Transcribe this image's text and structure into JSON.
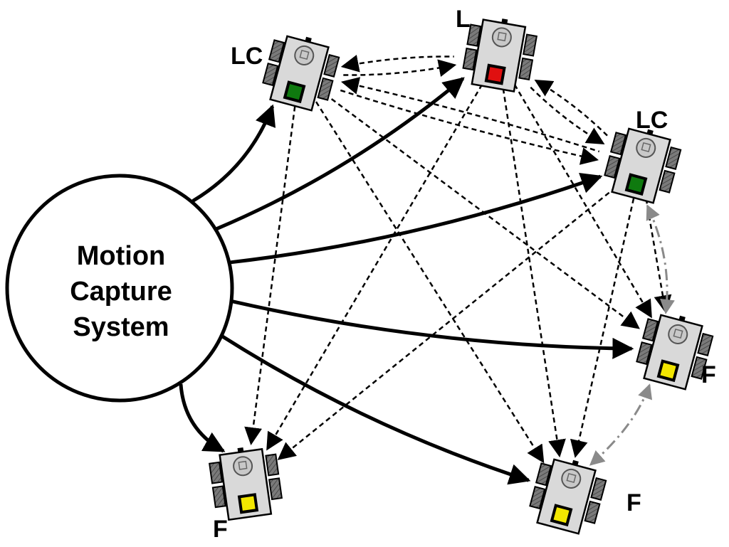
{
  "center": {
    "lines": [
      "Motion",
      "Capture",
      "System"
    ]
  },
  "robots": [
    {
      "id": "lc1",
      "role": "LC",
      "label": "LC",
      "marker_color": "#0f7a0f"
    },
    {
      "id": "l",
      "role": "L",
      "label": "L",
      "marker_color": "#e01010"
    },
    {
      "id": "lc2",
      "role": "LC",
      "label": "LC",
      "marker_color": "#0f7a0f"
    },
    {
      "id": "f1",
      "role": "F",
      "label": "F",
      "marker_color": "#f2e600"
    },
    {
      "id": "f2",
      "role": "F",
      "label": "F",
      "marker_color": "#f2e600"
    },
    {
      "id": "f3",
      "role": "F",
      "label": "F",
      "marker_color": "#f2e600"
    }
  ],
  "links": {
    "motion_capture": [
      "lc1",
      "l",
      "lc2",
      "f1",
      "f2",
      "f3"
    ],
    "bidirectional_dashed": [
      [
        "lc1",
        "l"
      ],
      [
        "lc1",
        "lc2"
      ],
      [
        "l",
        "lc2"
      ]
    ],
    "directed_dashed": [
      [
        "lc1",
        "f1"
      ],
      [
        "lc1",
        "f2"
      ],
      [
        "lc1",
        "f3"
      ],
      [
        "l",
        "f1"
      ],
      [
        "l",
        "f2"
      ],
      [
        "l",
        "f3"
      ],
      [
        "lc2",
        "f1"
      ],
      [
        "lc2",
        "f2"
      ],
      [
        "lc2",
        "f3"
      ]
    ],
    "follower_dashdot": [
      [
        "lc2",
        "f1"
      ],
      [
        "f1",
        "f2"
      ]
    ]
  },
  "colors": {
    "line": "#000000",
    "follower_link": "#8a8a8a",
    "robot_body": "#d9d9d9",
    "wheel": "#7f7f7f"
  }
}
